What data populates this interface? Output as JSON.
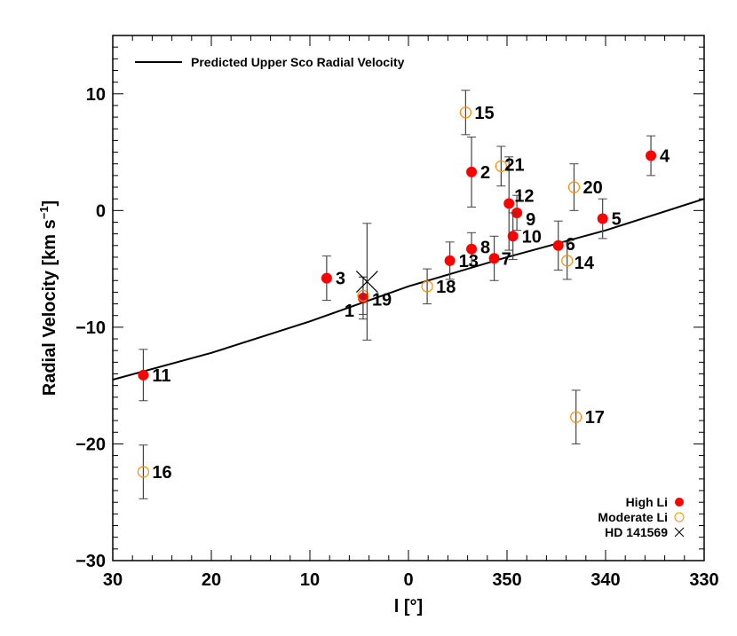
{
  "chart_data": {
    "type": "scatter",
    "xlabel": "l [°]",
    "ylabel": "Radial Velocity [km s⁻¹]",
    "ylabel_base": "Radial Velocity [km s",
    "ylabel_sup": "−1",
    "ylabel_end": "]",
    "xlim": [
      30,
      330
    ],
    "x_reversed": true,
    "x_wraps_at": 360,
    "ylim": [
      -30,
      15
    ],
    "x_ticks": [
      30,
      20,
      10,
      0,
      350,
      340,
      330
    ],
    "x_tick_labels": [
      "30",
      "20",
      "10",
      "0",
      "350",
      "340",
      "330"
    ],
    "y_ticks": [
      -30,
      -20,
      -10,
      0,
      10
    ],
    "y_tick_labels": [
      "−30",
      "−20",
      "−10",
      "0",
      "10"
    ],
    "grid": false,
    "curve": {
      "name": "Predicted Upper Sco Radial Velocity",
      "color": "#000000",
      "l": [
        30,
        20,
        10,
        0,
        350,
        340,
        330
      ],
      "rv": [
        -14.5,
        -12.2,
        -9.5,
        -6.5,
        -4.0,
        -1.7,
        1.0
      ]
    },
    "legend": {
      "placement": "bottom-right",
      "entries": [
        {
          "label": "High Li",
          "marker": "filled-circle",
          "color": "#ff0000"
        },
        {
          "label": "Moderate Li",
          "marker": "open-circle",
          "color": "#ff8c00"
        },
        {
          "label": "HD 141569",
          "marker": "x",
          "color": "#000000"
        }
      ]
    },
    "points": [
      {
        "id": "1",
        "group": "High Li",
        "l": 4.6,
        "rv": -7.5,
        "err": 1.8
      },
      {
        "id": "2",
        "group": "High Li",
        "l": 353.6,
        "rv": 3.3,
        "err": 3.0
      },
      {
        "id": "3",
        "group": "High Li",
        "l": 8.3,
        "rv": -5.8,
        "err": 1.9
      },
      {
        "id": "4",
        "group": "High Li",
        "l": 335.4,
        "rv": 4.7,
        "err": 1.7
      },
      {
        "id": "5",
        "group": "High Li",
        "l": 340.3,
        "rv": -0.7,
        "err": 1.7
      },
      {
        "id": "6",
        "group": "High Li",
        "l": 344.8,
        "rv": -3.0,
        "err": 2.1
      },
      {
        "id": "7",
        "group": "High Li",
        "l": 351.3,
        "rv": -4.1,
        "err": 1.9
      },
      {
        "id": "8",
        "group": "High Li",
        "l": 353.6,
        "rv": -3.3,
        "err": 1.4
      },
      {
        "id": "9",
        "group": "High Li",
        "l": 349.0,
        "rv": -0.2,
        "err": 1.5
      },
      {
        "id": "10",
        "group": "High Li",
        "l": 349.4,
        "rv": -2.2,
        "err": 2.0
      },
      {
        "id": "11",
        "group": "High Li",
        "l": 26.9,
        "rv": -14.1,
        "err": 2.2
      },
      {
        "id": "12",
        "group": "High Li",
        "l": 349.8,
        "rv": 0.6,
        "err": 4.0
      },
      {
        "id": "13",
        "group": "High Li",
        "l": 355.8,
        "rv": -4.3,
        "err": 1.6
      },
      {
        "id": "14",
        "group": "Moderate Li",
        "l": 343.9,
        "rv": -4.3,
        "err": 1.6
      },
      {
        "id": "15",
        "group": "Moderate Li",
        "l": 354.2,
        "rv": 8.4,
        "err": 1.9
      },
      {
        "id": "16",
        "group": "Moderate Li",
        "l": 26.9,
        "rv": -22.4,
        "err": 2.3
      },
      {
        "id": "17",
        "group": "Moderate Li",
        "l": 343.0,
        "rv": -17.7,
        "err": 2.3
      },
      {
        "id": "18",
        "group": "Moderate Li",
        "l": 358.1,
        "rv": -6.5,
        "err": 1.5
      },
      {
        "id": "19",
        "group": "Moderate Li",
        "l": 4.6,
        "rv": -7.3,
        "err": 1.6
      },
      {
        "id": "20",
        "group": "Moderate Li",
        "l": 343.2,
        "rv": 2.0,
        "err": 2.0
      },
      {
        "id": "21",
        "group": "Moderate Li",
        "l": 350.6,
        "rv": 3.8,
        "err": 1.7
      },
      {
        "id": "",
        "group": "HD 141569",
        "l": 4.2,
        "rv": -6.1,
        "err": 5.0
      }
    ]
  }
}
